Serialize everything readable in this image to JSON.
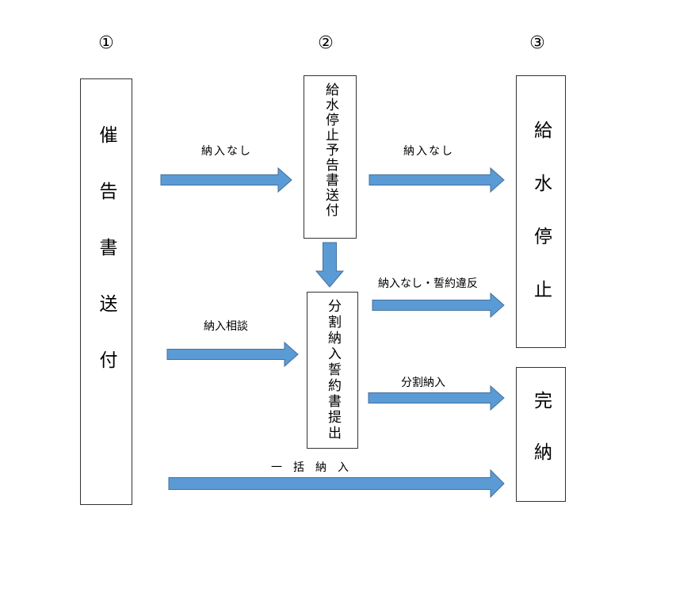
{
  "steps": [
    "①",
    "②",
    "③"
  ],
  "boxes": {
    "reminder": "催告書送付",
    "stop_notice": "給水停止予告書送付",
    "installment_pledge": "分割納入誓約書提出",
    "water_stop": "給水停止",
    "paid_in_full": "完納"
  },
  "arrow_labels": {
    "no_payment_1": "納入なし",
    "no_payment_2": "納入なし",
    "payment_consultation": "納入相談",
    "no_payment_pledge_breach": "納入なし・誓約違反",
    "installment_payment": "分割納入",
    "lump_sum_payment": "一　括　納　入"
  },
  "colors": {
    "arrow_fill": "#5b9bd5",
    "arrow_stroke": "#41719c",
    "box_border": "#333333"
  }
}
